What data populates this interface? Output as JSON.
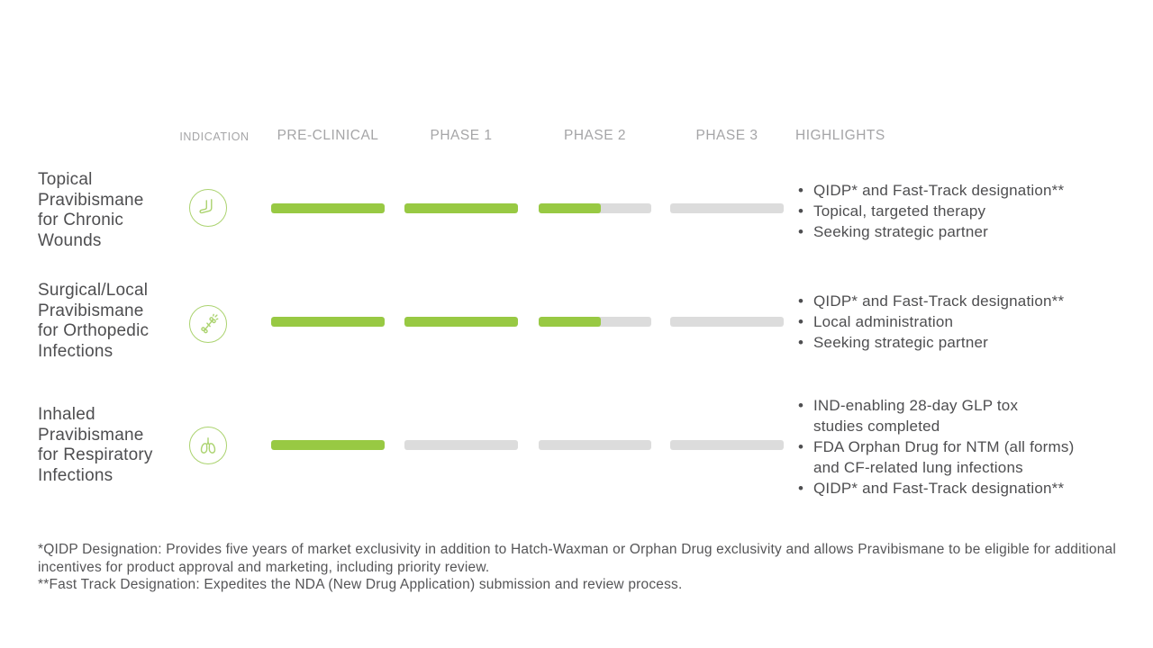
{
  "colors": {
    "accent_green": "#98c943",
    "icon_green": "#abd36f",
    "bar_gray": "#dcdcdc",
    "text_dark": "#4e4e50",
    "header_gray": "#a5a5a7",
    "footnote_gray": "#555557"
  },
  "header": {
    "indication": "INDICATION",
    "stages": [
      "PRE-CLINICAL",
      "PHASE 1",
      "PHASE 2",
      "PHASE 3"
    ],
    "highlights_label": "HIGHLIGHTS"
  },
  "rows": [
    {
      "name": "Topical\nPravibismane\nfor Chronic\nWounds",
      "icon": "foot-icon",
      "stage_fill_pct": [
        100,
        100,
        55,
        0
      ],
      "highlights": [
        "QIDP* and Fast-Track designation**",
        "Topical, targeted therapy",
        "Seeking strategic partner"
      ]
    },
    {
      "name": "Surgical/Local\nPravibismane\nfor Orthopedic\nInfections",
      "icon": "bone-screw-icon",
      "stage_fill_pct": [
        100,
        100,
        55,
        0
      ],
      "highlights": [
        "QIDP* and Fast-Track designation**",
        "Local administration",
        "Seeking strategic partner"
      ]
    },
    {
      "name": "Inhaled\nPravibismane\nfor Respiratory\nInfections",
      "icon": "lungs-icon",
      "stage_fill_pct": [
        100,
        0,
        0,
        0
      ],
      "highlights": [
        "IND-enabling 28-day GLP tox\nstudies completed",
        "FDA Orphan Drug for NTM (all forms)\nand CF-related lung infections",
        "QIDP* and Fast-Track designation**"
      ]
    }
  ],
  "footnotes": [
    "*QIDP Designation: Provides five years of market exclusivity in addition to Hatch-Waxman or Orphan Drug exclusivity and allows Pravibismane to be eligible for additional incentives for product approval and marketing, including priority review.",
    "**Fast Track Designation: Expedites the NDA (New Drug Application) submission and review process."
  ],
  "chart_data": {
    "type": "bar",
    "title": "Pravibismane clinical pipeline",
    "categories": [
      "PRE-CLINICAL",
      "PHASE 1",
      "PHASE 2",
      "PHASE 3"
    ],
    "series": [
      {
        "name": "Topical Pravibismane for Chronic Wounds",
        "values": [
          1.0,
          1.0,
          0.55,
          0
        ]
      },
      {
        "name": "Surgical/Local Pravibismane for Orthopedic Infections",
        "values": [
          1.0,
          1.0,
          0.55,
          0
        ]
      },
      {
        "name": "Inhaled Pravibismane for Respiratory Infections",
        "values": [
          1.0,
          0,
          0,
          0
        ]
      }
    ],
    "value_unit": "fraction of phase completed (green fill of bar)",
    "legend_position": "none",
    "grid": false
  }
}
